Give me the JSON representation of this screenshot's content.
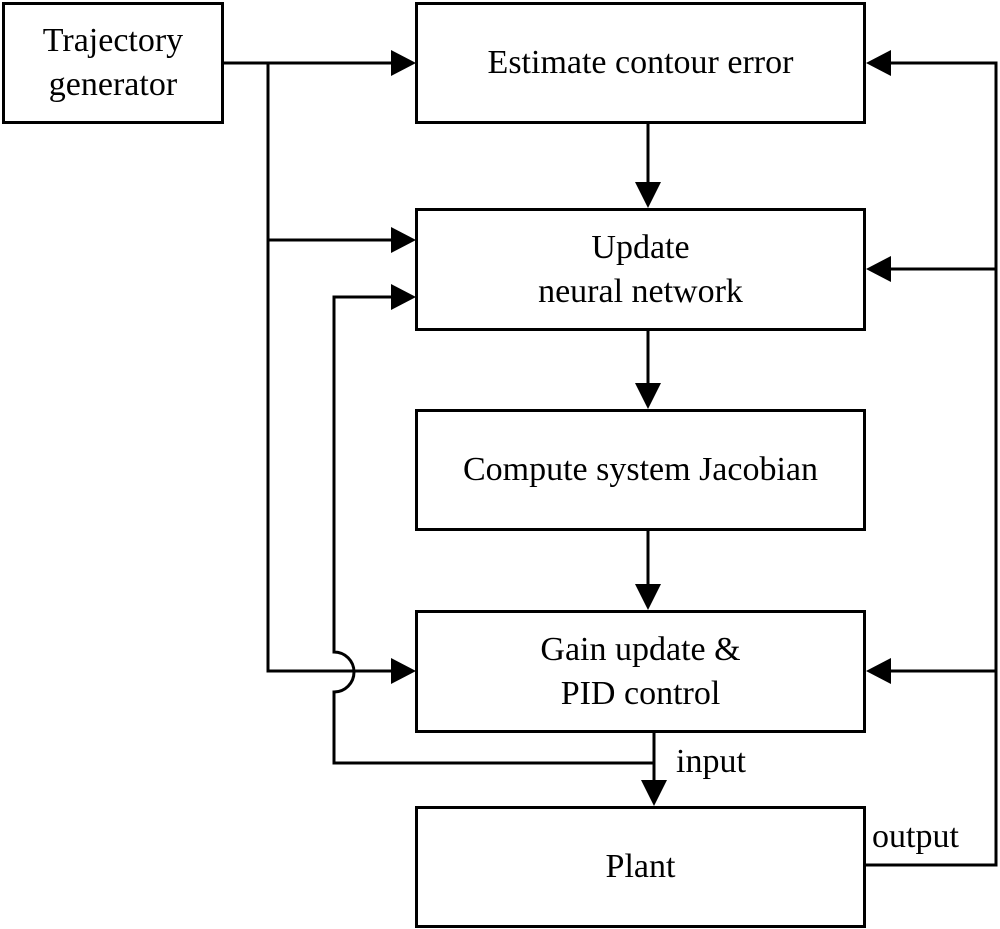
{
  "diagram": {
    "nodes": {
      "trajectory": {
        "line1": "Trajectory",
        "line2": "generator"
      },
      "estimate": {
        "line1": "Estimate contour error"
      },
      "update_nn": {
        "line1": "Update",
        "line2": "neural network"
      },
      "jacobian": {
        "line1": "Compute system Jacobian"
      },
      "gain_pid": {
        "line1": "Gain update &",
        "line2": "PID control"
      },
      "plant": {
        "line1": "Plant"
      }
    },
    "edge_labels": {
      "input": "input",
      "output": "output"
    },
    "colors": {
      "stroke": "#000000",
      "background": "#ffffff"
    }
  }
}
